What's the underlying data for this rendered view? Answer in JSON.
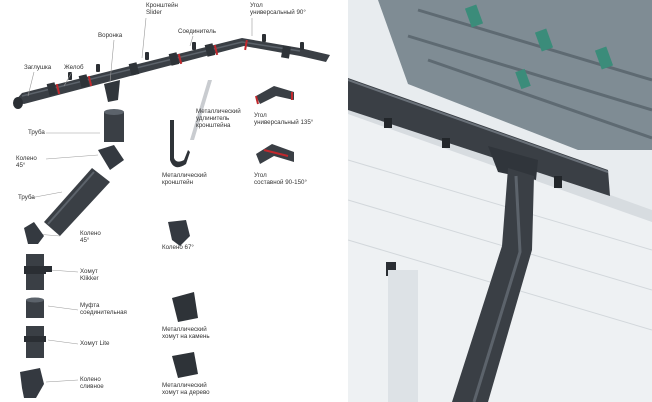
{
  "labels": {
    "zaglushka": "Заглушка",
    "zhelob": "Желоб",
    "voronka": "Воронка",
    "kronshtein_slider": "Кронштейн\nSlider",
    "soedinitel": "Соединитель",
    "ugol_90": "Угол\nуниверсальный 90°",
    "truba_top": "Труба",
    "metal_udlinitel": "Металлический\nудлинитель\nкронштейна",
    "ugol_135": "Угол\nуниверсальный 135°",
    "koleno_45_top": "Колено\n45°",
    "metal_kronshtein": "Металлический\nкронштейн",
    "ugol_sostavnoy": "Угол\nсоставной 90-150°",
    "truba_mid": "Труба",
    "koleno_45_bottom": "Колено\n45°",
    "koleno_67": "Колено 67°",
    "khomut_klikker": "Хомут\nKlikker",
    "mufta": "Муфта\nсоединительная",
    "khomut_lite": "Хомут Lite",
    "khomut_kamen": "Металлический\nхомут на камень",
    "koleno_slivnoe": "Колено\nсливное",
    "khomut_derevo": "Металлический\nхомут на дерево"
  },
  "colors": {
    "pipe": "#3a3f45",
    "pipe_highlight": "#5c636b",
    "accent_red": "#c0282d",
    "leader": "#9a9a9a",
    "sky": "#c9d3db",
    "wall": "#eef1f3"
  }
}
